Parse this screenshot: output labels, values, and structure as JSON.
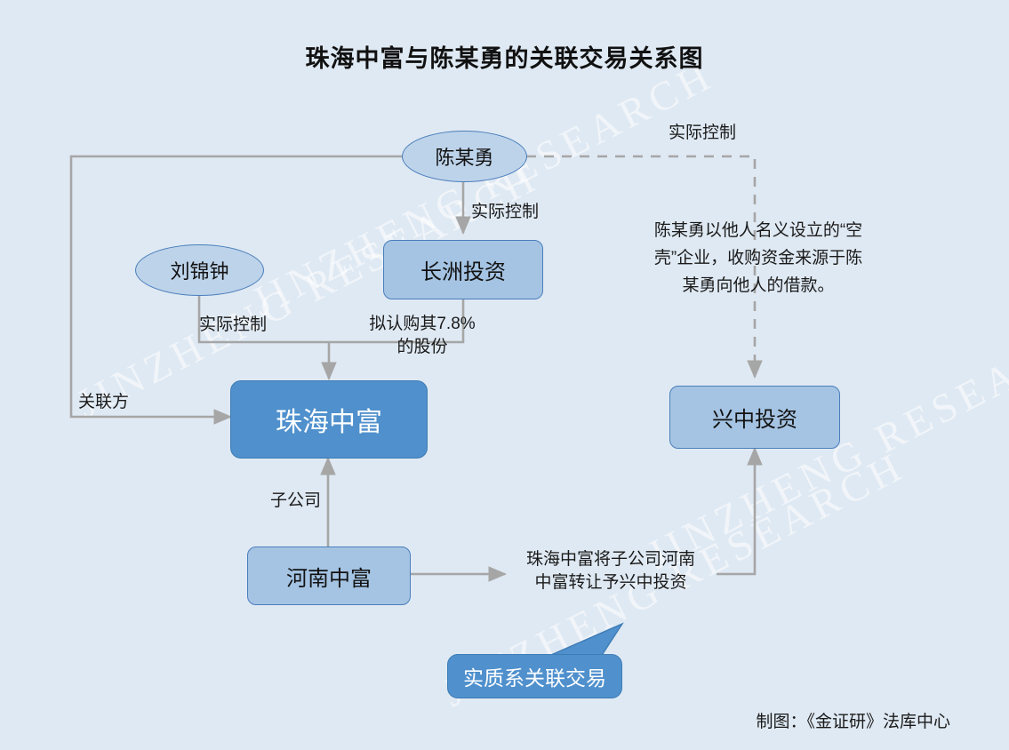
{
  "title": "珠海中富与陈某勇的关联交易关系图",
  "credit": "制图：《金证研》法库中心",
  "watermark": "JINZHENG  RESEARCH",
  "colors": {
    "background": "#dfe9f3",
    "node_light_fill": "#a5c4e3",
    "ellipse_fill": "#bdd3ea",
    "node_main_fill": "#4f90cd",
    "node_border": "#4a7ebb",
    "edge": "#a6a6a6",
    "text": "#1a1a1a",
    "text_inverse": "#ffffff"
  },
  "nodes": [
    {
      "id": "chen",
      "label": "陈某勇",
      "shape": "ellipse"
    },
    {
      "id": "liu",
      "label": "刘锦钟",
      "shape": "ellipse"
    },
    {
      "id": "changzhou",
      "label": "长洲投资",
      "shape": "rounded-rect"
    },
    {
      "id": "zhuhai",
      "label": "珠海中富",
      "shape": "rounded-rect-highlight"
    },
    {
      "id": "xingzhong",
      "label": "兴中投资",
      "shape": "rounded-rect"
    },
    {
      "id": "henan",
      "label": "河南中富",
      "shape": "rounded-rect"
    }
  ],
  "edge_labels": {
    "chen_to_changzhou": "实际控制",
    "chen_to_xingzhong": "实际控制",
    "liu_to_zhuhai": "实际控制",
    "chen_to_zhuhai": "关联方",
    "changzhou_to_zhuhai": "拟认购其7.8%\n的股份",
    "henan_to_zhuhai": "子公司",
    "henan_to_xingzhong": "珠海中富将子公司河南\n中富转让予兴中投资"
  },
  "annotations": {
    "shell_company": "陈某勇以他人名义设立的“空\n壳”企业，收购资金来源于陈\n某勇向他人的借款。"
  },
  "callout": {
    "text": "实质系关联交易"
  }
}
